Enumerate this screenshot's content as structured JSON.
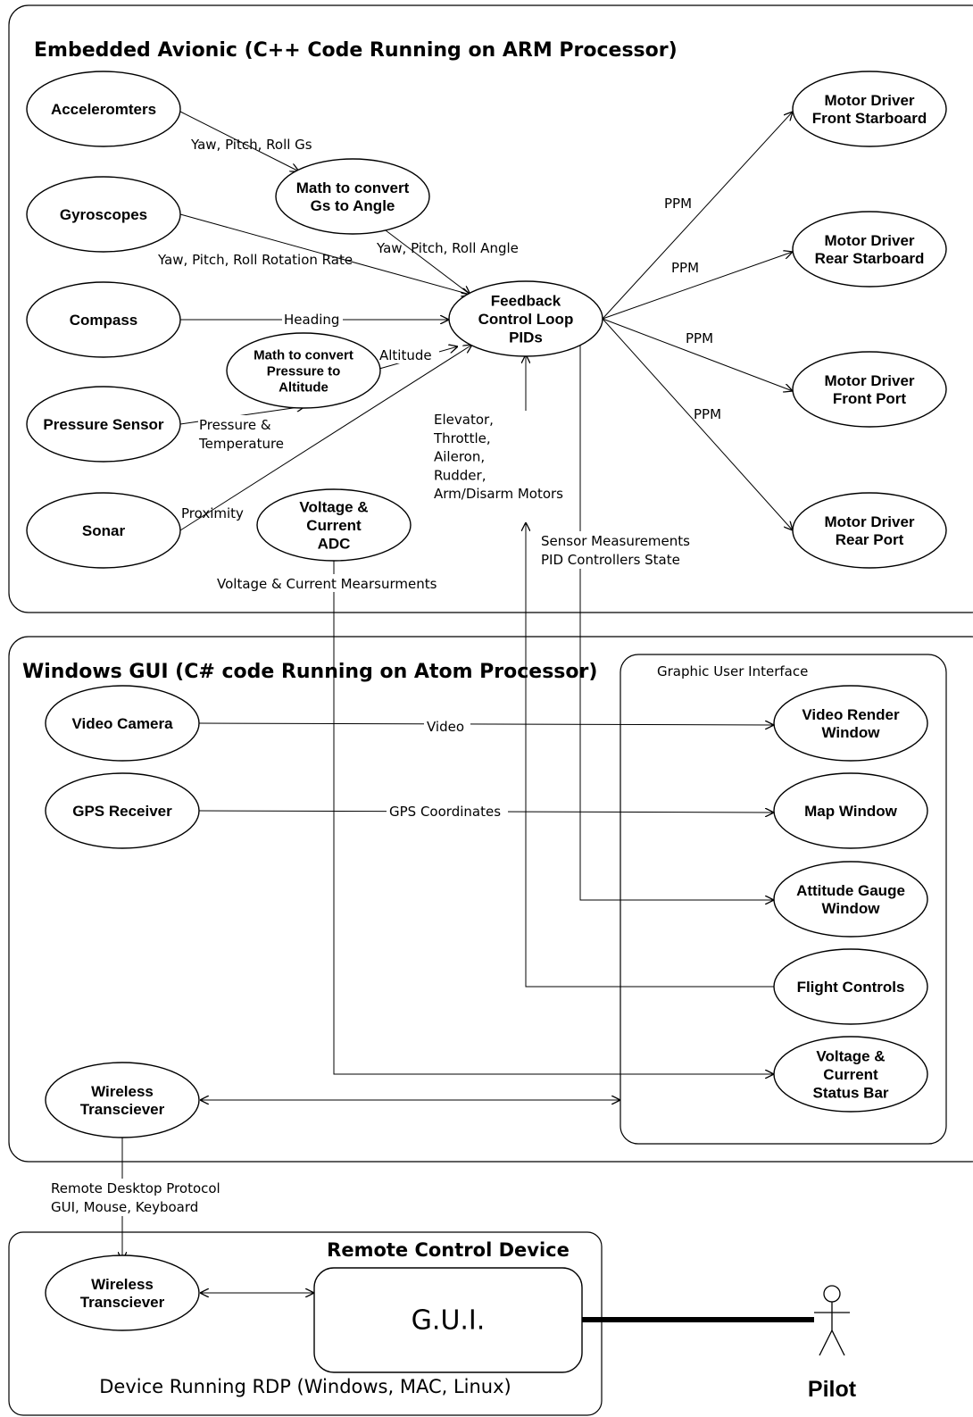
{
  "sections": {
    "embedded": {
      "title": "Embedded Avionic (C++ Code Running on ARM Processor)"
    },
    "windows": {
      "title": "Windows GUI (C# code Running on Atom Processor)",
      "panel_label": "Graphic User Interface"
    },
    "remote": {
      "title": "Remote Control Device",
      "footer": "Device Running RDP (Windows, MAC, Linux)"
    }
  },
  "nodes": {
    "accelerometers": [
      "Acceleromters"
    ],
    "math_gs": [
      "Math to convert",
      "Gs to Angle"
    ],
    "gyroscopes": [
      "Gyroscopes"
    ],
    "compass": [
      "Compass"
    ],
    "math_pressure": [
      "Math to convert",
      "Pressure to",
      "Altitude"
    ],
    "pressure_sensor": [
      "Pressure Sensor"
    ],
    "sonar": [
      "Sonar"
    ],
    "voltage_adc": [
      "Voltage &",
      "Current",
      "ADC"
    ],
    "feedback": [
      "Feedback",
      "Control Loop",
      "PIDs"
    ],
    "motor_fs": [
      "Motor Driver",
      "Front Starboard"
    ],
    "motor_rs": [
      "Motor Driver",
      "Rear Starboard"
    ],
    "motor_fp": [
      "Motor Driver",
      "Front Port"
    ],
    "motor_rp": [
      "Motor Driver",
      "Rear Port"
    ],
    "video_camera": [
      "Video Camera"
    ],
    "gps_receiver": [
      "GPS Receiver"
    ],
    "wireless_gui": [
      "Wireless",
      "Transciever"
    ],
    "video_window": [
      "Video Render",
      "Window"
    ],
    "map_window": [
      "Map Window"
    ],
    "attitude_window": [
      "Attitude Gauge",
      "Window"
    ],
    "flight_controls": [
      "Flight Controls"
    ],
    "voltage_bar": [
      "Voltage &",
      "Current",
      "Status Bar"
    ],
    "wireless_remote": [
      "Wireless",
      "Transciever"
    ],
    "gui_box": [
      "G.U.I."
    ],
    "pilot": [
      "Pilot"
    ]
  },
  "edge_labels": {
    "ypr_gs": [
      "Yaw, Pitch, Roll Gs"
    ],
    "ypr_angle": [
      "Yaw, Pitch, Roll Angle"
    ],
    "ypr_rate": [
      "Yaw, Pitch, Roll Rotation Rate"
    ],
    "heading": [
      "Heading"
    ],
    "altitude": [
      "Altitude"
    ],
    "pressure_temp": [
      "Pressure &",
      "Temperature"
    ],
    "proximity": [
      "Proximity"
    ],
    "controls": [
      "Elevator,",
      "Throttle,",
      "Aileron,",
      "Rudder,",
      "Arm/Disarm Motors"
    ],
    "sensor_meas": [
      "Sensor Measurements",
      "PID Controllers State"
    ],
    "voltage_meas": [
      "Voltage & Current Mearsurments"
    ],
    "ppm_fs": [
      "PPM"
    ],
    "ppm_rs": [
      "PPM"
    ],
    "ppm_fp": [
      "PPM"
    ],
    "ppm_rp": [
      "PPM"
    ],
    "video": [
      "Video"
    ],
    "gps_coords": [
      "GPS Coordinates"
    ],
    "rdp": [
      "Remote Desktop Protocol",
      "GUI, Mouse, Keyboard"
    ]
  }
}
